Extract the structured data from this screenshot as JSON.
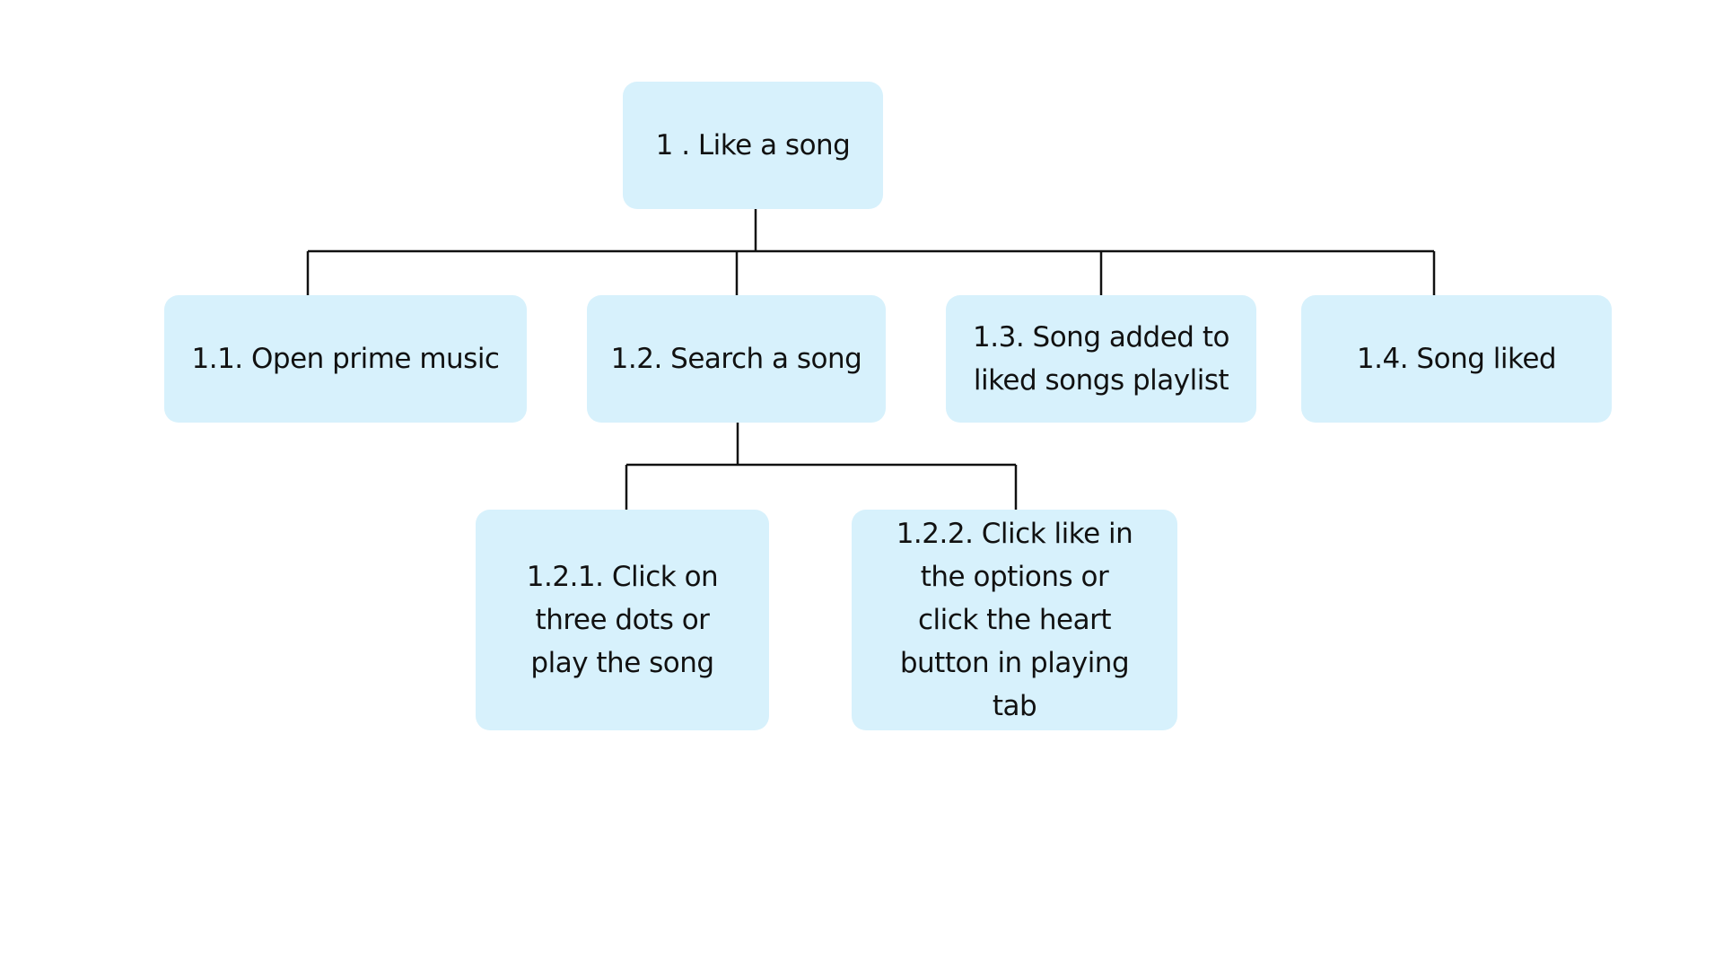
{
  "diagram": {
    "root": {
      "label": "1 .  Like a song"
    },
    "level1": [
      {
        "label": "1.1. Open prime music"
      },
      {
        "label": "1.2. Search a song"
      },
      {
        "label": "1.3. Song added to liked songs playlist"
      },
      {
        "label": "1.4. Song liked"
      }
    ],
    "level2": [
      {
        "label": "1.2.1. Click on three dots or play the song"
      },
      {
        "label": "1.2.2. Click like in the options or click the heart button in playing tab"
      }
    ]
  },
  "colors": {
    "node_fill": "#d7f1fc",
    "connector": "#111111",
    "text": "#111111"
  }
}
